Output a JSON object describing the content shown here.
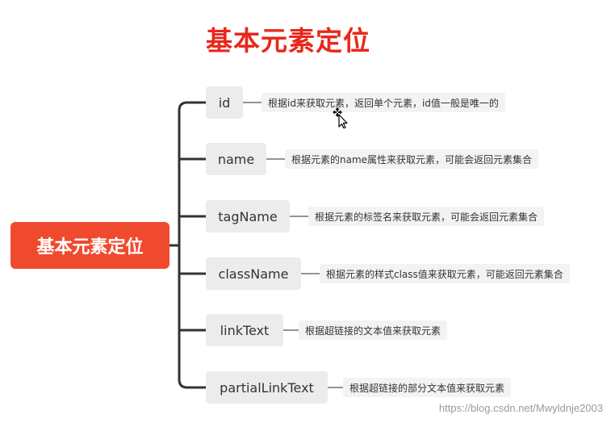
{
  "title": "基本元素定位",
  "root": {
    "label": "基本元素定位"
  },
  "branches": [
    {
      "label": "id",
      "desc": "根据id来获取元素，返回单个元素，id值一般是唯一的"
    },
    {
      "label": "name",
      "desc": "根据元素的name属性来获取元素，可能会返回元素集合"
    },
    {
      "label": "tagName",
      "desc": "根据元素的标签名来获取元素，可能会返回元素集合"
    },
    {
      "label": "className",
      "desc": "根据元素的样式class值来获取元素，可能返回元素集合"
    },
    {
      "label": "linkText",
      "desc": "根据超链接的文本值来获取元素"
    },
    {
      "label": "partialLinkText",
      "desc": "根据超链接的部分文本值来获取元素"
    }
  ],
  "watermark": "https://blog.csdn.net/Mwyldnje2003",
  "colors": {
    "title": "#e8281b",
    "root_fill": "#f04a2e",
    "node_fill": "#ececec",
    "connector": "#333333"
  },
  "icons": {
    "cursor": "move-cursor-icon"
  }
}
